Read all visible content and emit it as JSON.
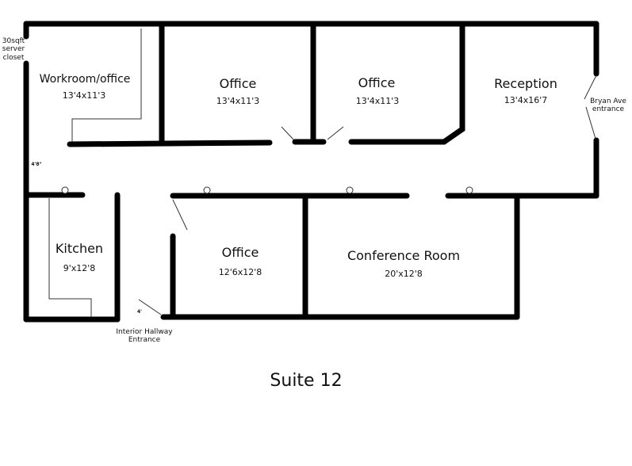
{
  "title": "Suite 12",
  "rooms": [
    {
      "name": "Workroom/office",
      "size": "13'4x11'3"
    },
    {
      "name": "Office",
      "size": "13'4x11'3"
    },
    {
      "name": "Office",
      "size": "13'4x11'3"
    },
    {
      "name": "Reception",
      "size": "13'4x16'7"
    },
    {
      "name": "Kitchen",
      "size": "9'x12'8"
    },
    {
      "name": "Office",
      "size": "12'6x12'8"
    },
    {
      "name": "Conference Room",
      "size": "20'x12'8"
    }
  ],
  "labels": {
    "server_closet_1": "30sqft",
    "server_closet_2": "server",
    "server_closet_3": "closet",
    "hallway_width": "4'8\"",
    "door_width": "4'",
    "interior_entrance_1": "Interior Hallway",
    "interior_entrance_2": "Entrance",
    "bryan_entrance_1": "Bryan Ave",
    "bryan_entrance_2": "entrance"
  },
  "colors": {
    "wall": "#000000",
    "background": "#ffffff"
  }
}
